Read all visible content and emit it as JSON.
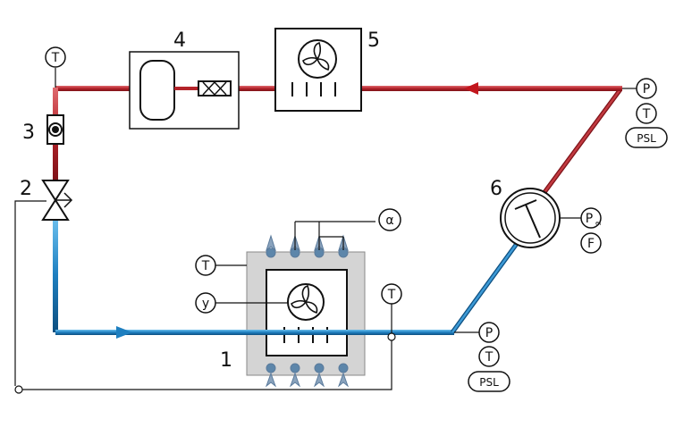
{
  "components": {
    "evaporator": "1",
    "expansion_valve": "2",
    "sight_glass": "3",
    "receiver_filter": "4",
    "condenser": "5",
    "compressor": "6"
  },
  "sensors": {
    "t_liquid_top": "T",
    "comp_discharge": {
      "p": "P",
      "t": "T",
      "psl": "PSL"
    },
    "compressor": {
      "p": "P",
      "p_sub": "el",
      "f": "F"
    },
    "evaporator_air": {
      "alpha": "α",
      "y": "y",
      "t": "T"
    },
    "suction": {
      "t": "T",
      "p": "P",
      "t2": "T",
      "psl": "PSL"
    }
  },
  "colors": {
    "hot_line": "#b3232a",
    "cold_line": "#1e7fc0",
    "evaporator_fill": "#d4d4d4",
    "line": "#1a1a1a"
  }
}
